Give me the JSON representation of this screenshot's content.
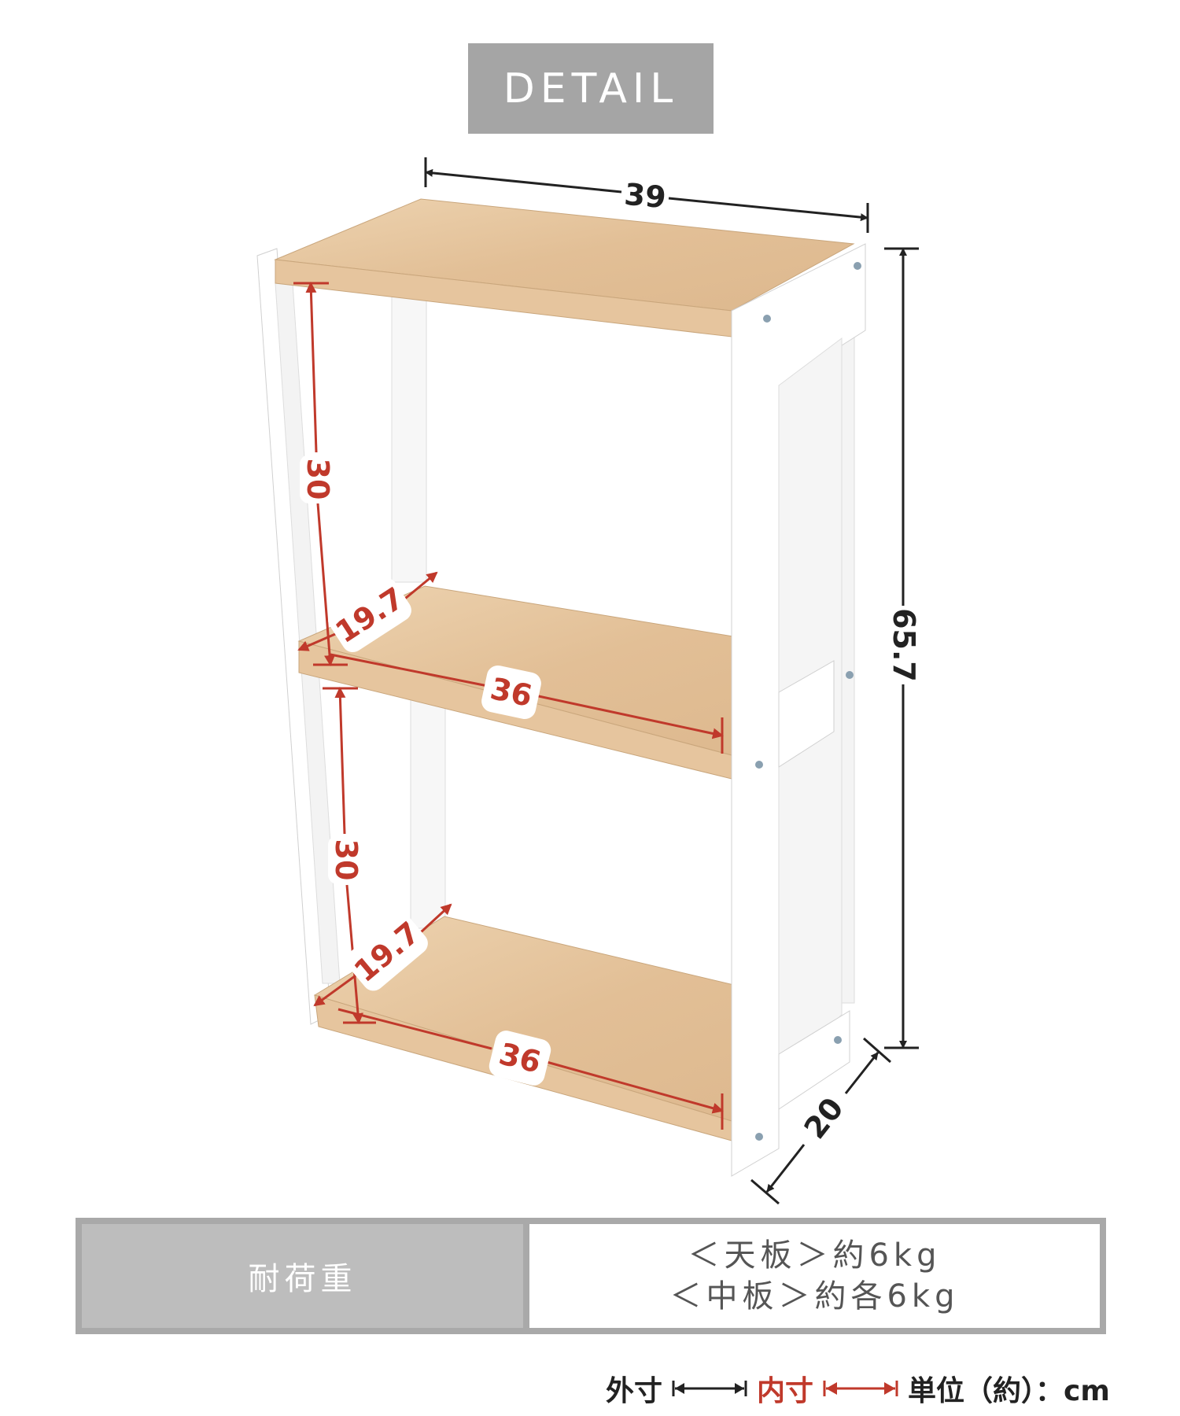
{
  "header": {
    "title": "DETAIL"
  },
  "dimensions": {
    "outer_width": "39",
    "outer_height": "65.7",
    "outer_depth": "20",
    "upper_inner_height": "30",
    "lower_inner_height": "30",
    "upper_inner_depth": "19.7",
    "lower_inner_depth": "19.7",
    "upper_inner_width": "36",
    "lower_inner_width": "36"
  },
  "colors": {
    "banner": "#a5a5a5",
    "outer_dim": "#222222",
    "inner_dim": "#c0392b",
    "wood": "#e8c9a3",
    "frame": "#ffffff"
  },
  "load_table": {
    "label": "耐荷重",
    "top_board": "＜天板＞約6kg",
    "middle_board": "＜中板＞約各6kg"
  },
  "legend": {
    "outer": "外寸",
    "inner": "内寸",
    "unit": "単位（約）：cm"
  }
}
